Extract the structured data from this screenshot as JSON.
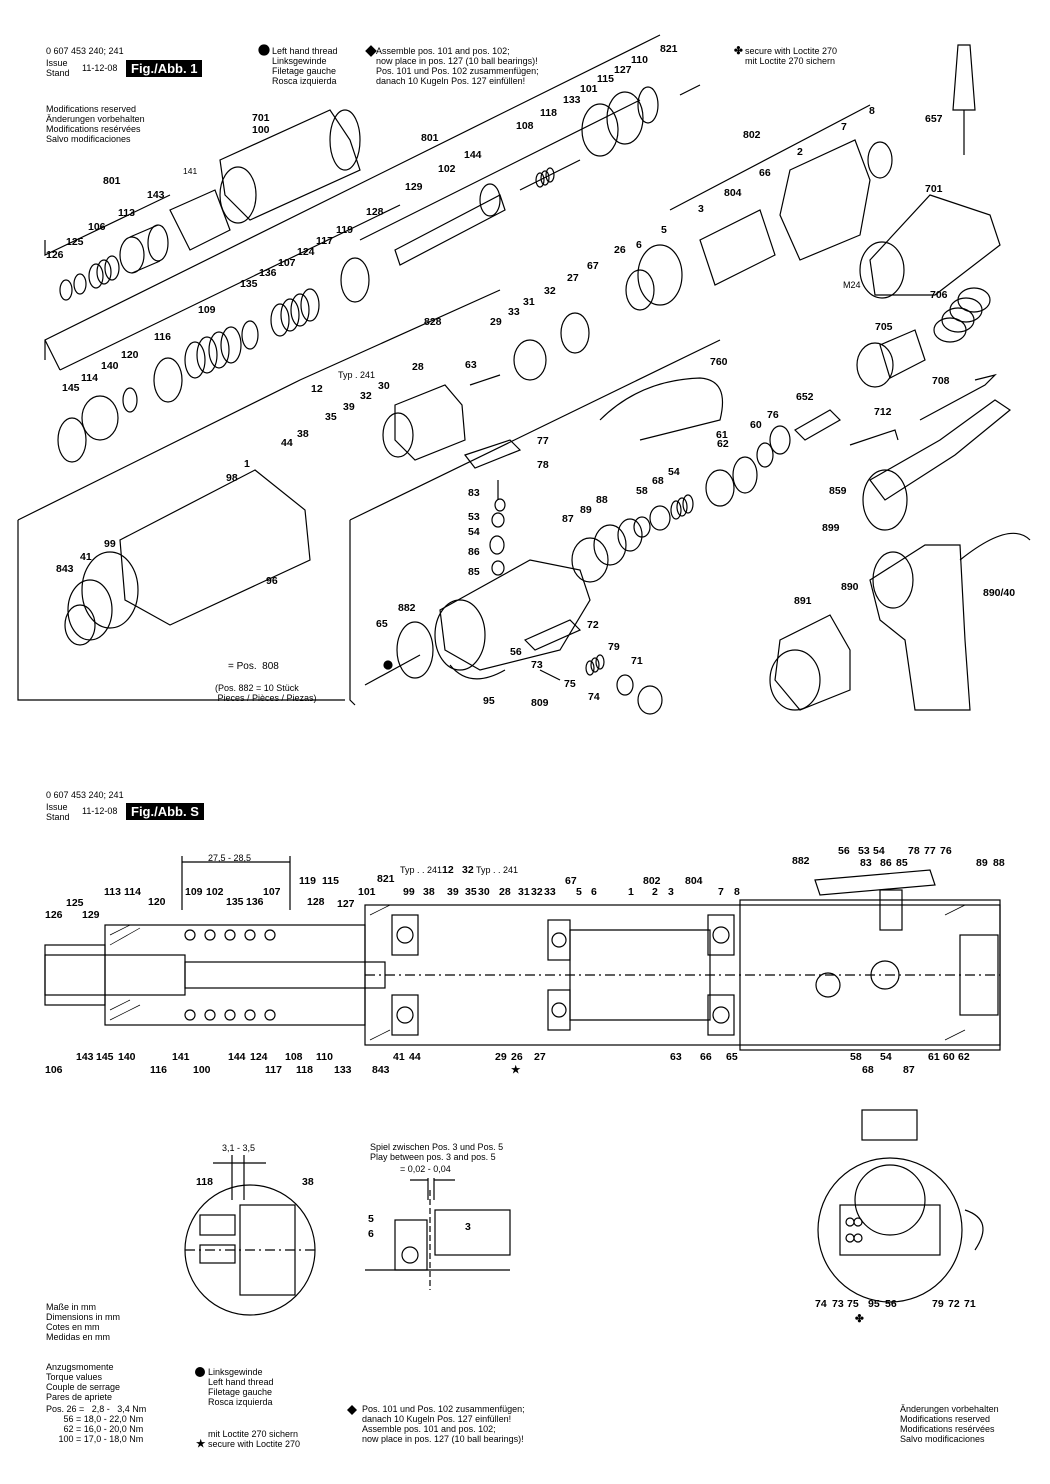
{
  "sheet1": {
    "part_number": "0 607 453 240; 241",
    "issue_label": "Issue\nStand",
    "issue_date": "11-12-08",
    "fig_tag": "Fig./Abb. 1",
    "modifications": "Modifications reserved\nÄnderungen vorbehalten\nModifications resérvées\nSalvo modificaciones",
    "left_thread_note": "Left hand thread\nLinksgewinde\nFiletage gauche\nRosca izquierda",
    "assemble_note": "Assemble pos. 101 and pos. 102;\nnow place in pos. 127 (10 ball bearings)!\nPos. 101 und Pos. 102 zusammenfügen;\ndanach 10 Kugeln Pos. 127 einfüllen!",
    "loctite_note": "secure with Loctite 270\nmit Loctite 270 sichern",
    "pos_note": "= Pos.  808",
    "pieces_note": "(Pos. 882 = 10 Stück\n Pieces / Pièces / Piezas)",
    "typ241": "Typ . 241",
    "m24": "M24"
  },
  "sheet2": {
    "part_number": "0 607 453 240; 241",
    "issue_label": "Issue\nStand",
    "issue_date": "11-12-08",
    "fig_tag": "Fig./Abb. S",
    "dim_range": "27,5 - 28,5",
    "typ_241a": "Typ . . 241",
    "typ_241b": "Typ . . 241",
    "dim_detail": "3,1 - 3,5",
    "play_note": "Spiel zwischen Pos. 3 und Pos. 5\nPlay between pos. 3 and pos. 5",
    "play_value": "= 0,02 - 0,04",
    "dims_note": "Maße in mm\nDimensions in mm\nCotes en mm\nMedidas en mm",
    "torque_title": "Anzugsmomente\nTorque values\nCouple de serrage\nPares de apriete",
    "torque_values": "Pos. 26 =   2,8 -   3,4 Nm\n       56 = 18,0 - 22,0 Nm\n       62 = 16,0 - 20,0 Nm\n     100 = 17,0 - 18,0 Nm",
    "left_thread_note": "Linksgewinde\nLeft hand thread\nFiletage gauche\nRosca izquierda",
    "loctite_note": "mit Loctite 270 sichern\nsecure with Loctite 270",
    "assemble_note": "Pos. 101 und Pos. 102 zusammenfügen;\ndanach 10 Kugeln Pos. 127 einfüllen!\nAssemble pos. 101 and pos. 102;\nnow place in pos. 127 (10 ball bearings)!",
    "modifications": "Änderungen vorbehalten\nModifications reserved\nModifications resérvées\nSalvo modificaciones"
  },
  "callouts_fig1": [
    {
      "t": "821"
    },
    {
      "t": "110"
    },
    {
      "t": "127"
    },
    {
      "t": "115"
    },
    {
      "t": "101"
    },
    {
      "t": "133"
    },
    {
      "t": "118"
    },
    {
      "t": "108"
    },
    {
      "t": "144"
    },
    {
      "t": "102"
    },
    {
      "t": "129"
    },
    {
      "t": "128"
    },
    {
      "t": "801"
    },
    {
      "t": "701"
    },
    {
      "t": "100"
    },
    {
      "t": "141"
    },
    {
      "t": "801"
    },
    {
      "t": "143"
    },
    {
      "t": "113"
    },
    {
      "t": "106"
    },
    {
      "t": "125"
    },
    {
      "t": "126"
    },
    {
      "t": "119"
    },
    {
      "t": "117"
    },
    {
      "t": "124"
    },
    {
      "t": "107"
    },
    {
      "t": "136"
    },
    {
      "t": "135"
    },
    {
      "t": "109"
    },
    {
      "t": "116"
    },
    {
      "t": "120"
    },
    {
      "t": "140"
    },
    {
      "t": "114"
    },
    {
      "t": "145"
    },
    {
      "t": "828"
    },
    {
      "t": "63"
    },
    {
      "t": "28"
    },
    {
      "t": "29"
    },
    {
      "t": "33"
    },
    {
      "t": "31"
    },
    {
      "t": "32"
    },
    {
      "t": "27"
    },
    {
      "t": "67"
    },
    {
      "t": "26"
    },
    {
      "t": "12"
    },
    {
      "t": "30"
    },
    {
      "t": "32"
    },
    {
      "t": "39"
    },
    {
      "t": "35"
    },
    {
      "t": "38"
    },
    {
      "t": "44"
    },
    {
      "t": "1"
    },
    {
      "t": "98"
    },
    {
      "t": "99"
    },
    {
      "t": "41"
    },
    {
      "t": "843"
    },
    {
      "t": "96"
    },
    {
      "t": "802"
    },
    {
      "t": "2"
    },
    {
      "t": "7"
    },
    {
      "t": "8"
    },
    {
      "t": "66"
    },
    {
      "t": "804"
    },
    {
      "t": "3"
    },
    {
      "t": "5"
    },
    {
      "t": "6"
    },
    {
      "t": "657"
    },
    {
      "t": "701"
    },
    {
      "t": "706"
    },
    {
      "t": "705"
    },
    {
      "t": "708"
    },
    {
      "t": "712"
    },
    {
      "t": "760"
    },
    {
      "t": "652"
    },
    {
      "t": "76"
    },
    {
      "t": "60"
    },
    {
      "t": "61"
    },
    {
      "t": "62"
    },
    {
      "t": "54"
    },
    {
      "t": "68"
    },
    {
      "t": "58"
    },
    {
      "t": "77"
    },
    {
      "t": "78"
    },
    {
      "t": "83"
    },
    {
      "t": "53"
    },
    {
      "t": "54"
    },
    {
      "t": "86"
    },
    {
      "t": "85"
    },
    {
      "t": "88"
    },
    {
      "t": "89"
    },
    {
      "t": "87"
    },
    {
      "t": "859"
    },
    {
      "t": "899"
    },
    {
      "t": "890"
    },
    {
      "t": "890/40"
    },
    {
      "t": "891"
    },
    {
      "t": "882"
    },
    {
      "t": "65"
    },
    {
      "t": "72"
    },
    {
      "t": "79"
    },
    {
      "t": "71"
    },
    {
      "t": "56"
    },
    {
      "t": "73"
    },
    {
      "t": "75"
    },
    {
      "t": "74"
    },
    {
      "t": "809"
    },
    {
      "t": "95"
    }
  ],
  "callouts_figS_top": [
    {
      "t": "125"
    },
    {
      "t": "126"
    },
    {
      "t": "129"
    },
    {
      "t": "113"
    },
    {
      "t": "114"
    },
    {
      "t": "120"
    },
    {
      "t": "109"
    },
    {
      "t": "102"
    },
    {
      "t": "135"
    },
    {
      "t": "136"
    },
    {
      "t": "107"
    },
    {
      "t": "119"
    },
    {
      "t": "115"
    },
    {
      "t": "128"
    },
    {
      "t": "127"
    },
    {
      "t": "821"
    },
    {
      "t": "101"
    },
    {
      "t": "12"
    },
    {
      "t": "32"
    },
    {
      "t": "99"
    },
    {
      "t": "38"
    },
    {
      "t": "39"
    },
    {
      "t": "35"
    },
    {
      "t": "30"
    },
    {
      "t": "28"
    },
    {
      "t": "31"
    },
    {
      "t": "32"
    },
    {
      "t": "33"
    },
    {
      "t": "67"
    },
    {
      "t": "5"
    },
    {
      "t": "6"
    },
    {
      "t": "802"
    },
    {
      "t": "1"
    },
    {
      "t": "2"
    },
    {
      "t": "3"
    },
    {
      "t": "804"
    },
    {
      "t": "7"
    },
    {
      "t": "8"
    },
    {
      "t": "882"
    },
    {
      "t": "56"
    },
    {
      "t": "53"
    },
    {
      "t": "54"
    },
    {
      "t": "83"
    },
    {
      "t": "86"
    },
    {
      "t": "85"
    },
    {
      "t": "78"
    },
    {
      "t": "77"
    },
    {
      "t": "76"
    },
    {
      "t": "89"
    },
    {
      "t": "88"
    }
  ],
  "callouts_figS_bottom": [
    {
      "t": "106"
    },
    {
      "t": "143"
    },
    {
      "t": "145"
    },
    {
      "t": "140"
    },
    {
      "t": "116"
    },
    {
      "t": "141"
    },
    {
      "t": "100"
    },
    {
      "t": "144"
    },
    {
      "t": "124"
    },
    {
      "t": "117"
    },
    {
      "t": "108"
    },
    {
      "t": "118"
    },
    {
      "t": "110"
    },
    {
      "t": "133"
    },
    {
      "t": "843"
    },
    {
      "t": "41"
    },
    {
      "t": "44"
    },
    {
      "t": "29"
    },
    {
      "t": "26"
    },
    {
      "t": "27"
    },
    {
      "t": "63"
    },
    {
      "t": "66"
    },
    {
      "t": "65"
    },
    {
      "t": "58"
    },
    {
      "t": "68"
    },
    {
      "t": "54"
    },
    {
      "t": "87"
    },
    {
      "t": "61"
    },
    {
      "t": "60"
    },
    {
      "t": "62"
    }
  ],
  "callouts_details": [
    {
      "t": "118"
    },
    {
      "t": "38"
    },
    {
      "t": "5"
    },
    {
      "t": "6"
    },
    {
      "t": "3"
    },
    {
      "t": "74"
    },
    {
      "t": "73"
    },
    {
      "t": "75"
    },
    {
      "t": "95"
    },
    {
      "t": "56"
    },
    {
      "t": "79"
    },
    {
      "t": "72"
    },
    {
      "t": "71"
    }
  ]
}
